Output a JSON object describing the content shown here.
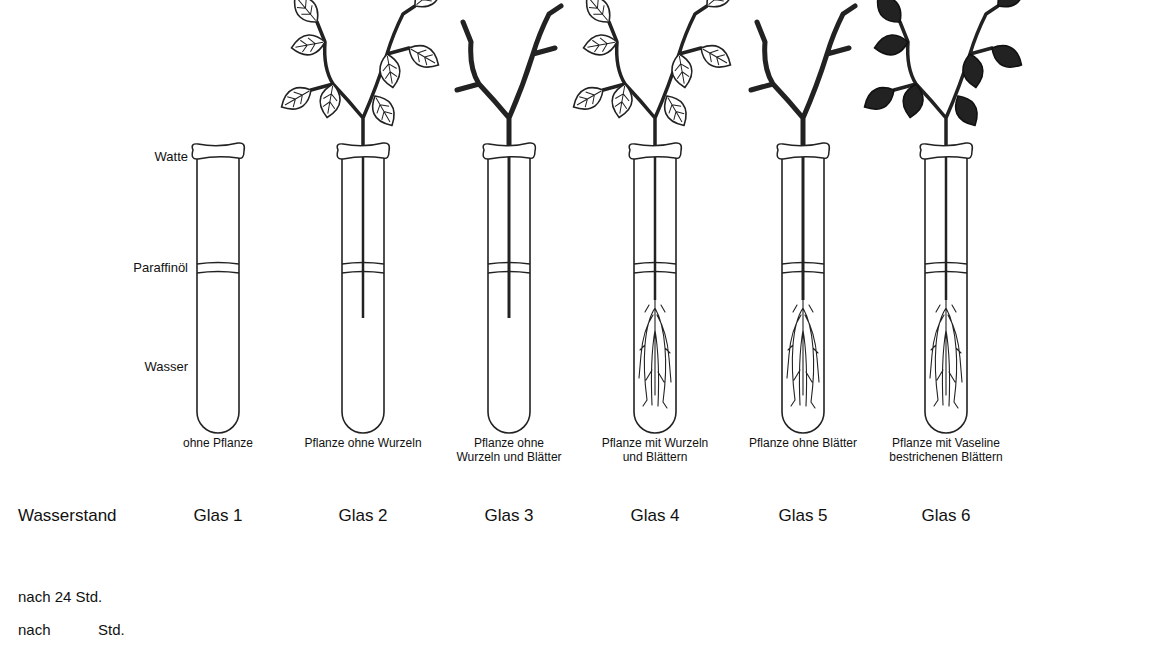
{
  "diagram": {
    "labels": [
      "Watte",
      "Paraffinöl",
      "Wasser",
      "ohne Pflanze",
      "Pflanze ohne Wurzeln",
      "Pflanze ohne Wurzeln und Blätter",
      "Pflanze mit Wurzeln und Blättern",
      "Pflanze ohne Blätter",
      "Pflanze mit Vaseline bestrichenen Blättern",
      "Wasserstand",
      "Glas 1",
      "Glas 2",
      "Glas 3",
      "Glas 4",
      "Glas 5",
      "Glas 6",
      "nach 24 Std.",
      "nach",
      "Std."
    ]
  }
}
